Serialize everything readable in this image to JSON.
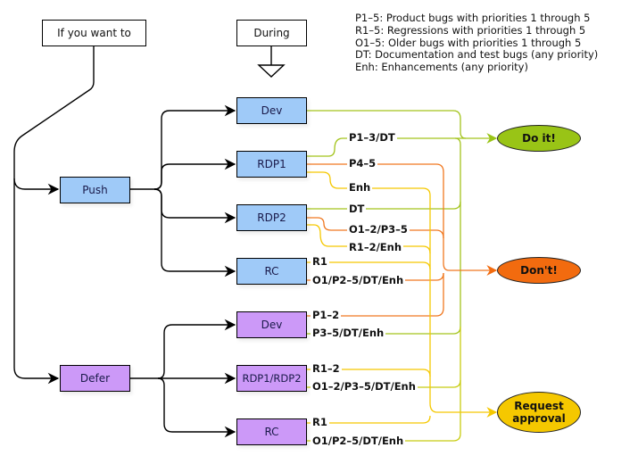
{
  "legend": [
    "P1–5: Product bugs with priorities 1 through 5",
    "R1–5: Regressions with priorities 1 through 5",
    "O1–5: Older bugs with priorities 1 through 5",
    "DT: Documentation and test bugs (any priority)",
    "Enh: Enhancements (any priority)"
  ],
  "headers": {
    "intent": "If you want to",
    "phase": "During"
  },
  "actions": {
    "push": "Push",
    "defer": "Defer"
  },
  "push_phases": {
    "dev": "Dev",
    "rdp1": "RDP1",
    "rdp2": "RDP2",
    "rc": "RC"
  },
  "defer_phases": {
    "dev": "Dev",
    "rdp": "RDP1/RDP2",
    "rc": "RC"
  },
  "labels": {
    "rdp1_p13dt": "P1–3/DT",
    "rdp1_p45": "P4–5",
    "rdp1_enh": "Enh",
    "rdp2_dt": "DT",
    "rdp2_o12p35": "O1–2/P3–5",
    "rdp2_r12enh": "R1–2/Enh",
    "rc_r1": "R1",
    "rc_o1p25": "O1/P2–5/DT/Enh",
    "ddev_p12": "P1–2",
    "ddev_p35": "P3–5/DT/Enh",
    "drdp_r12": "R1–2",
    "drdp_o12": "O1–2/P3–5/DT/Enh",
    "drc_r1": "R1",
    "drc_o1": "O1/P2–5/DT/Enh"
  },
  "outcomes": {
    "do": "Do it!",
    "dont": "Don't!",
    "request": "Request approval"
  },
  "colors": {
    "do": "#99c416",
    "dont": "#f26b0f",
    "request": "#f5c800",
    "push_box": "#9fcaf8",
    "defer_box": "#cc99f8"
  }
}
